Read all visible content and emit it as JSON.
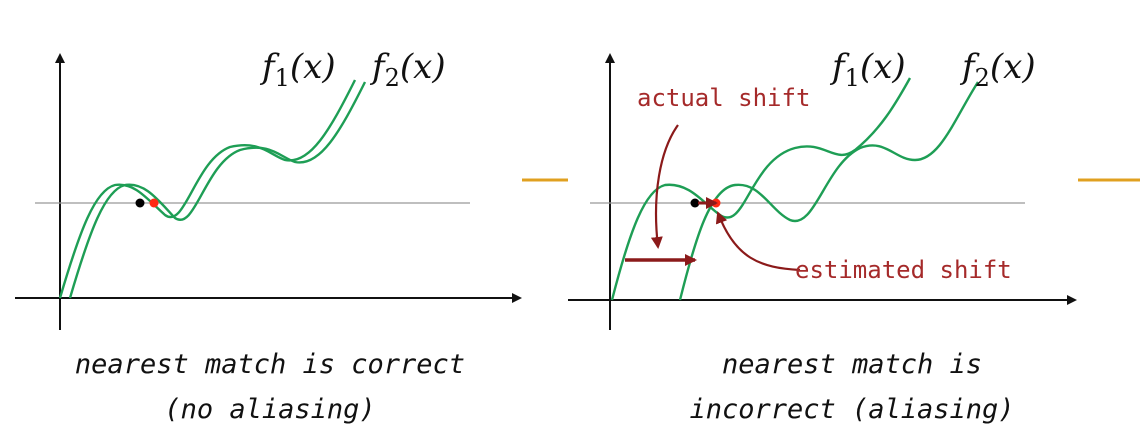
{
  "colors": {
    "curve": "#1e9e55",
    "axis": "#111111",
    "baseline": "#999999",
    "arrow": "#8b1a1a",
    "point_f1": "#000000",
    "point_f2": "#ff2a12",
    "separator": "#e0a020"
  },
  "left_panel": {
    "label_f1": {
      "name": "f",
      "sub": "1",
      "arg": "(x)"
    },
    "label_f2": {
      "name": "f",
      "sub": "2",
      "arg": "(x)"
    },
    "caption_line1": "nearest match is correct",
    "caption_line2": "(no aliasing)"
  },
  "right_panel": {
    "label_f1": {
      "name": "f",
      "sub": "1",
      "arg": "(x)"
    },
    "label_f2": {
      "name": "f",
      "sub": "2",
      "arg": "(x)"
    },
    "annotation_actual": "actual shift",
    "annotation_estimated": "estimated shift",
    "caption_line1": "nearest match is",
    "caption_line2": "incorrect (aliasing)"
  }
}
